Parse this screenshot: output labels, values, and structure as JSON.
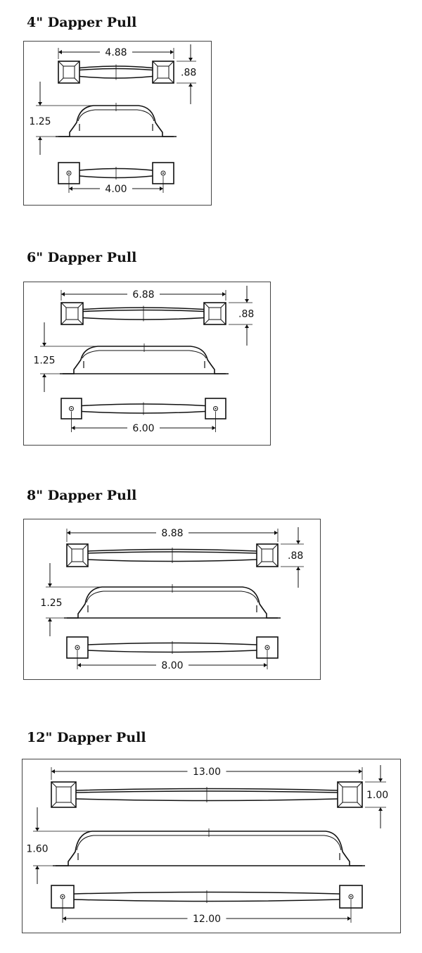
{
  "pulls": [
    {
      "title": "4\" Dapper Pull",
      "overall": "4.88",
      "base_height": ".88",
      "projection": "1.25",
      "center": "4.00"
    },
    {
      "title": "6\" Dapper Pull",
      "overall": "6.88",
      "base_height": ".88",
      "projection": "1.25",
      "center": "6.00"
    },
    {
      "title": "8\" Dapper Pull",
      "overall": "8.88",
      "base_height": ".88",
      "projection": "1.25",
      "center": "8.00"
    },
    {
      "title": "12\" Dapper Pull",
      "overall": "13.00",
      "base_height": "1.00",
      "projection": "1.60",
      "center": "12.00"
    }
  ]
}
